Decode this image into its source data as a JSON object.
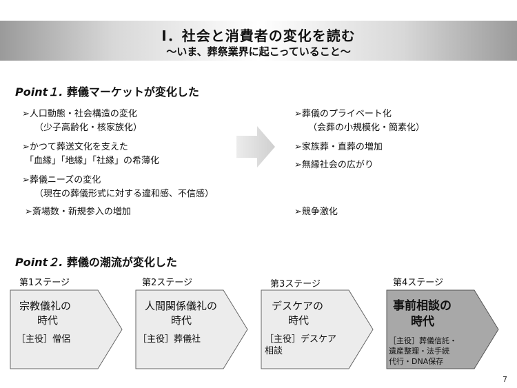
{
  "header": {
    "title": "Ⅰ．社会と消費者の変化を読む",
    "subtitle": "～いま、葬祭業界に起こっていること～"
  },
  "point1": {
    "label": "Point１.",
    "title": "葬儀マーケットが変化した",
    "left": [
      {
        "line1": "➢人口動態・社会構造の変化",
        "line2": "（少子高齢化・核家族化）"
      },
      {
        "line1": "➢かつて葬送文化を支えた",
        "line2": "「血縁」「地縁」「社縁」の希薄化"
      },
      {
        "line1": "➢葬儀ニーズの変化",
        "line2": "（現在の葬儀形式に対する違和感、不信感）"
      },
      {
        "line1": "➢斎場数・新規参入の増加",
        "line2": ""
      }
    ],
    "right": [
      {
        "line1": "➢葬儀のプライベート化",
        "line2": "（会葬の小規模化・簡素化）"
      },
      {
        "line1": "➢家族葬・直葬の増加",
        "line2": ""
      },
      {
        "line1": "➢無縁社会の広がり",
        "line2": ""
      },
      {
        "line1": "➢競争激化",
        "line2": ""
      }
    ]
  },
  "point2": {
    "label": "Point２.",
    "title": "葬儀の潮流が変化した",
    "stages": [
      {
        "label": "第1ステージ",
        "name1": "宗教儀礼の",
        "name2": "時代",
        "role1": "［主役］僧侶",
        "role2": "",
        "role3": ""
      },
      {
        "label": "第2ステージ",
        "name1": "人間関係儀礼の",
        "name2": "時代",
        "role1": "［主役］葬儀社",
        "role2": "",
        "role3": ""
      },
      {
        "label": "第3ステージ",
        "name1": "デスケアの",
        "name2": "時代",
        "role1": "［主役］デスケア",
        "role2": "相談",
        "role3": ""
      },
      {
        "label": "第4ステージ",
        "name1": "事前相談の",
        "name2": "時代",
        "role1": "［主役］葬儀信託・",
        "role2": "遺産整理・法手続",
        "role3": "代行・DNA保存"
      }
    ]
  },
  "colors": {
    "header_dark": "#9a9a9a",
    "stage_light": "#ececec",
    "stage_dark": "#a8a8a8",
    "arrow": "#d9d9d9"
  },
  "page_number": "7"
}
